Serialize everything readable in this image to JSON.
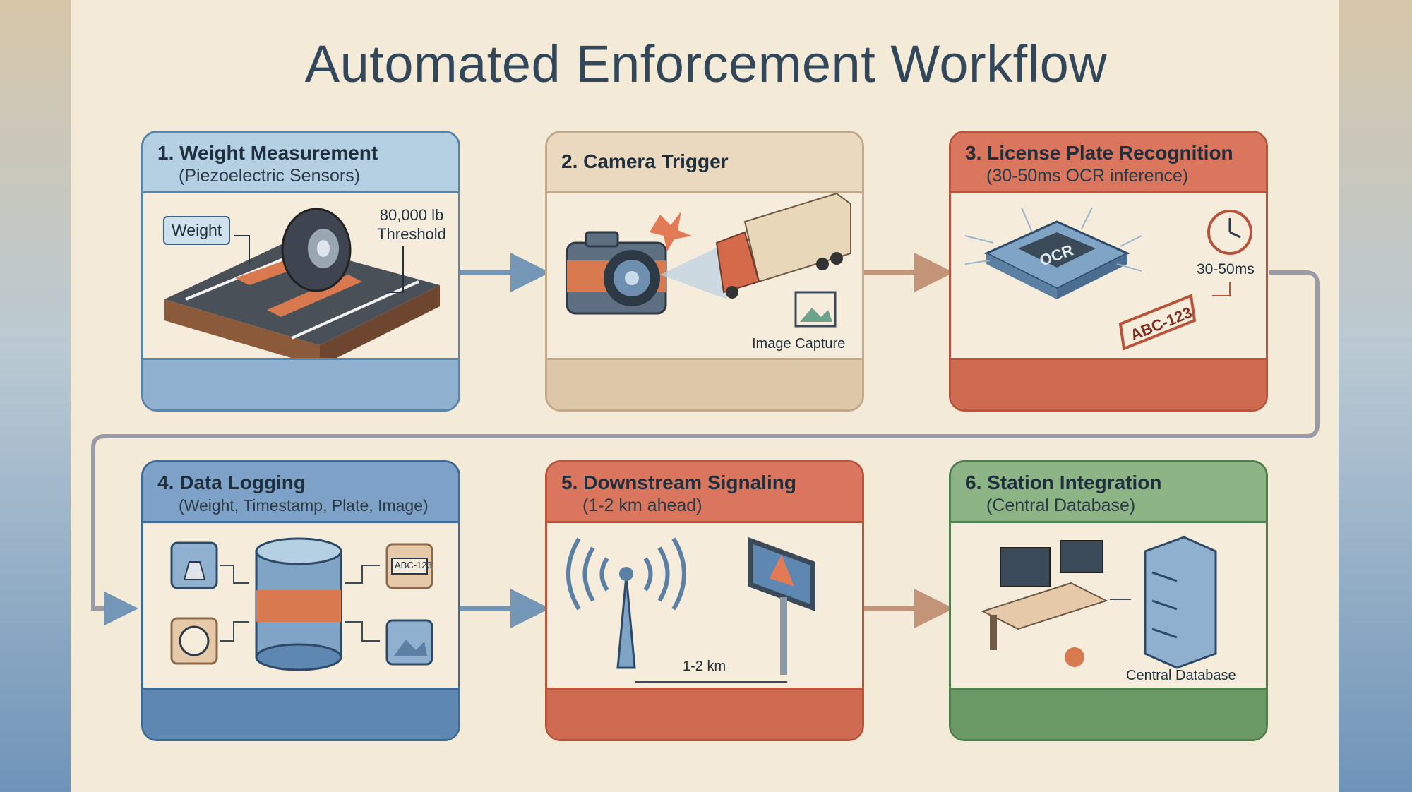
{
  "title": "Automated Enforcement Workflow",
  "steps": [
    {
      "title": "1. Weight Measurement",
      "subtitle": "(Piezoelectric Sensors)",
      "labels": {
        "weight": "Weight",
        "threshold_value": "80,000 lb",
        "threshold": "Threshold"
      }
    },
    {
      "title": "2. Camera Trigger",
      "subtitle": "",
      "labels": {
        "capture": "Image Capture"
      }
    },
    {
      "title": "3. License Plate Recognition",
      "subtitle": "(30-50ms OCR inference)",
      "labels": {
        "chip": "OCR",
        "timing": "30-50ms",
        "plate": "ABC-123"
      }
    },
    {
      "title": "4. Data Logging",
      "subtitle": "(Weight, Timestamp, Plate, Image)",
      "labels": {
        "plate": "ABC-123"
      }
    },
    {
      "title": "5. Downstream Signaling",
      "subtitle": "(1-2 km ahead)",
      "labels": {
        "distance": "1-2 km"
      }
    },
    {
      "title": "6. Station Integration",
      "subtitle": "(Central Database)",
      "labels": {
        "database": "Central Database"
      }
    }
  ],
  "icons": [
    "tire-icon",
    "road-sensor-icon",
    "camera-icon",
    "flash-icon",
    "truck-icon",
    "image-icon",
    "ocr-chip-icon",
    "clock-icon",
    "license-plate-icon",
    "weight-icon",
    "database-icon",
    "antenna-icon",
    "warning-sign-icon",
    "workstation-icon",
    "server-icon"
  ],
  "colors": {
    "blue": "#5a85ab",
    "tan": "#c2a98a",
    "red": "#b8533c",
    "green": "#4f7f4f",
    "background": "#f4ead8"
  }
}
